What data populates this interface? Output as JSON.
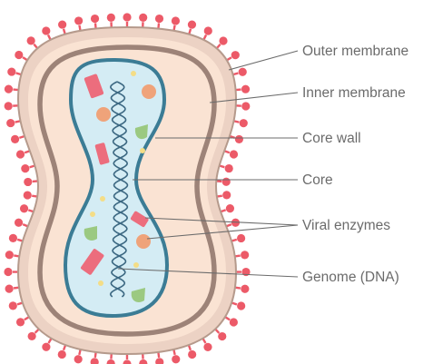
{
  "labels": {
    "outer_membrane": "Outer membrane",
    "inner_membrane": "Inner membrane",
    "core_wall": "Core wall",
    "core": "Core",
    "viral_enzymes": "Viral enzymes",
    "genome": "Genome (DNA)"
  },
  "colors": {
    "spike": "#ec5a68",
    "outer_membrane_fill": "#ecd2c4",
    "outer_membrane_stroke": "#b59a8c",
    "interior": "#fae3d3",
    "inner_membrane": "#9d8378",
    "core_fill": "#d4ecf4",
    "core_wall": "#3b7c95",
    "dna": "#3c6882",
    "enzyme_pink": "#ec6d7d",
    "enzyme_orange": "#efa37a",
    "enzyme_green": "#9bc981",
    "dot_yellow": "#f4dd86",
    "leader_line": "#6b6b6b",
    "label_text": "#6b6b6b"
  }
}
